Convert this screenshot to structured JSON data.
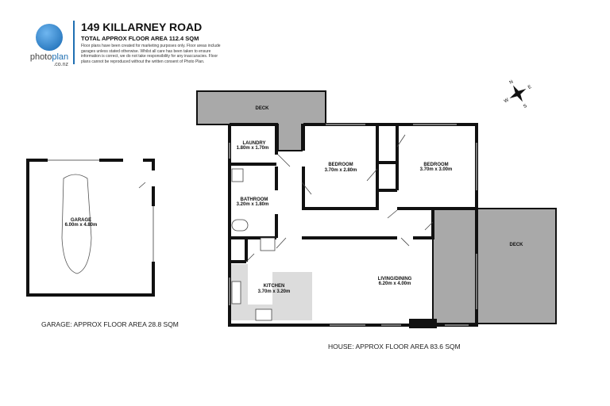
{
  "header": {
    "title": "149 KILLARNEY ROAD",
    "subtitle": "TOTAL APPROX FLOOR AREA 112.4 SQM",
    "disclaimer": "Floor plans have been created for marketing purposes only. Floor areas include garages unless stated otherwise. Whilst all care has been taken to ensure information is correct, we do not take responsibility for any inaccuracies. Floor plans cannot be reproduced without the written consent of Photo Plan."
  },
  "logo": {
    "brand_a": "photo",
    "brand_b": "plan",
    "tld": ".co.nz"
  },
  "rooms": {
    "deck_top": {
      "name": "DECK"
    },
    "deck_right": {
      "name": "DECK"
    },
    "laundry": {
      "name": "LAUNDRY",
      "dims": "1.80m x 1.70m"
    },
    "bathroom": {
      "name": "BATHROOM",
      "dims": "3.20m x 1.80m"
    },
    "bedroom1": {
      "name": "BEDROOM",
      "dims": "3.70m x 2.80m"
    },
    "bedroom2": {
      "name": "BEDROOM",
      "dims": "3.70m x 3.00m"
    },
    "kitchen": {
      "name": "KITCHEN",
      "dims": "3.70m x 3.20m"
    },
    "living": {
      "name": "LIVING/DINING",
      "dims": "6.20m x 4.00m"
    },
    "garage": {
      "name": "GARAGE",
      "dims": "6.00m x 4.80m"
    }
  },
  "areas": {
    "garage": "GARAGE: APPROX FLOOR AREA 28.8 SQM",
    "house": "HOUSE: APPROX FLOOR AREA 83.6 SQM"
  },
  "compass": {
    "icon": "compass-rose-icon",
    "letters": [
      "N",
      "E",
      "S",
      "W"
    ]
  },
  "colors": {
    "deck": "#a9a9a9",
    "wall": "#111111",
    "brand": "#1f6fb2",
    "kitchen_bench": "#dcdcdc"
  }
}
